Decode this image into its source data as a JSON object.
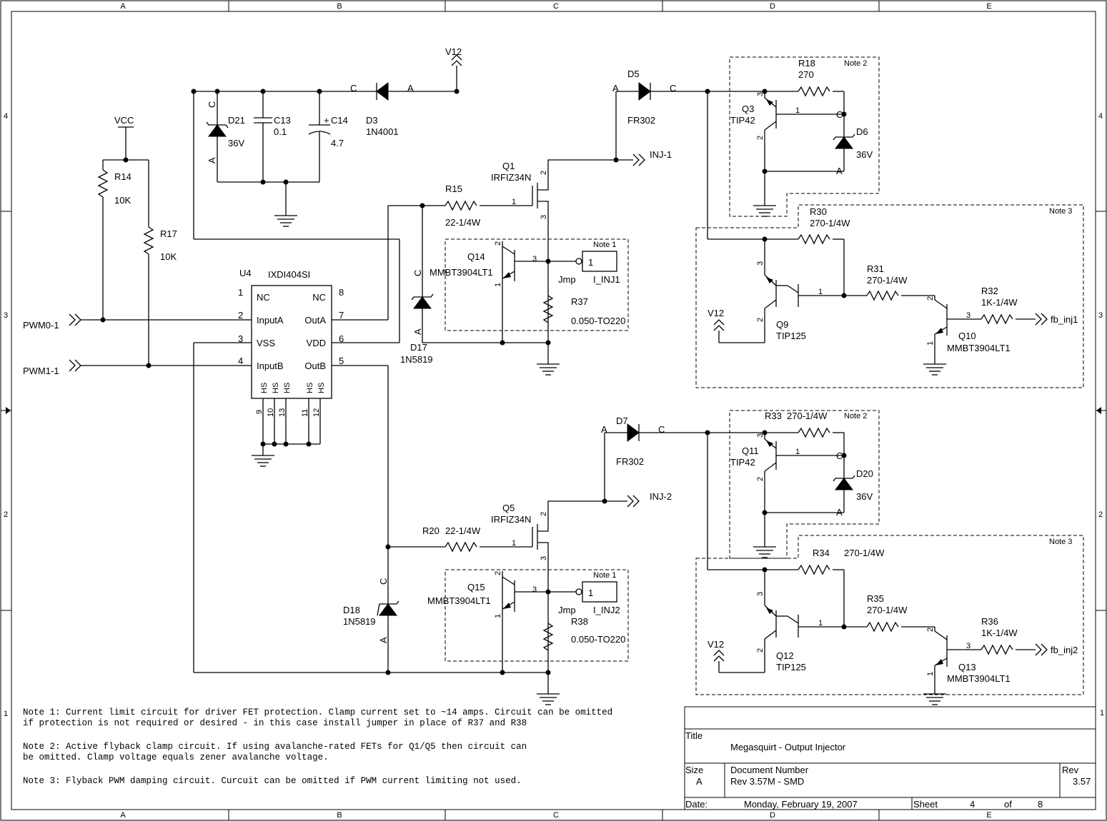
{
  "border": {
    "columns": [
      "A",
      "B",
      "C",
      "D",
      "E"
    ],
    "rows": [
      "4",
      "3",
      "2",
      "1"
    ]
  },
  "power": {
    "v12": "V12",
    "vcc": "VCC"
  },
  "ic": {
    "ref": "U4",
    "part": "IXDI404SI",
    "left_pins": [
      {
        "num": "1",
        "name": "NC"
      },
      {
        "num": "2",
        "name": "InputA"
      },
      {
        "num": "3",
        "name": "VSS"
      },
      {
        "num": "4",
        "name": "InputB"
      }
    ],
    "right_pins": [
      {
        "num": "8",
        "name": "NC"
      },
      {
        "num": "7",
        "name": "OutA"
      },
      {
        "num": "6",
        "name": "VDD"
      },
      {
        "num": "5",
        "name": "OutB"
      }
    ],
    "hs_label": "HS",
    "bottom_pins": [
      "9",
      "10",
      "13",
      "11",
      "12"
    ]
  },
  "ports": {
    "pwm0": "PWM0-1",
    "pwm1": "PWM1-1",
    "inj1": "INJ-1",
    "inj2": "INJ-2",
    "fb1": "fb_inj1",
    "fb2": "fb_inj2"
  },
  "parts": {
    "r14": {
      "ref": "R14",
      "val": "10K"
    },
    "r17": {
      "ref": "R17",
      "val": "10K"
    },
    "d21": {
      "ref": "D21",
      "val": "36V"
    },
    "c13": {
      "ref": "C13",
      "val": "0.1"
    },
    "c14": {
      "ref": "C14",
      "val": "4.7",
      "plus": "+"
    },
    "d3": {
      "ref": "D3",
      "val": "1N4001"
    },
    "q1": {
      "ref": "Q1",
      "val": "IRFIZ34N"
    },
    "r15": {
      "ref": "R15",
      "val": "22-1/4W"
    },
    "q14": {
      "ref": "Q14",
      "val": "MMBT3904LT1"
    },
    "d17": {
      "ref": "D17",
      "val": "1N5819"
    },
    "r37": {
      "ref": "R37",
      "val": "0.050-TO220"
    },
    "jmp1": {
      "label": "Jmp",
      "net": "I_INJ1",
      "pin": "1"
    },
    "d5": {
      "ref": "D5",
      "val": "FR302"
    },
    "r18": {
      "ref": "R18",
      "val": "270"
    },
    "q3": {
      "ref": "Q3",
      "val": "TIP42"
    },
    "d6": {
      "ref": "D6",
      "val": "36V"
    },
    "r30": {
      "ref": "R30",
      "val": "270-1/4W"
    },
    "r31": {
      "ref": "R31",
      "val": "270-1/4W"
    },
    "r32": {
      "ref": "R32",
      "val": "1K-1/4W"
    },
    "q9": {
      "ref": "Q9",
      "val": "TIP125"
    },
    "q10": {
      "ref": "Q10",
      "val": "MMBT3904LT1"
    },
    "d7": {
      "ref": "D7",
      "val": "FR302"
    },
    "r33": {
      "ref": "R33",
      "val": "270-1/4W"
    },
    "q11": {
      "ref": "Q11",
      "val": "TIP42"
    },
    "d20": {
      "ref": "D20",
      "val": "36V"
    },
    "q5": {
      "ref": "Q5",
      "val": "IRFIZ34N"
    },
    "r20": {
      "ref": "R20",
      "val": "22-1/4W"
    },
    "q15": {
      "ref": "Q15",
      "val": "MMBT3904LT1"
    },
    "d18": {
      "ref": "D18",
      "val": "1N5819"
    },
    "r38": {
      "ref": "R38",
      "val": "0.050-TO220"
    },
    "jmp2": {
      "label": "Jmp",
      "net": "I_INJ2",
      "pin": "1"
    },
    "r34": {
      "ref": "R34",
      "val": "270-1/4W"
    },
    "r35": {
      "ref": "R35",
      "val": "270-1/4W"
    },
    "r36": {
      "ref": "R36",
      "val": "1K-1/4W"
    },
    "q12": {
      "ref": "Q12",
      "val": "TIP125"
    },
    "q13": {
      "ref": "Q13",
      "val": "MMBT3904LT1"
    }
  },
  "pin_letters": {
    "a": "A",
    "c": "C"
  },
  "notes_boxes": {
    "n1": "Note 1",
    "n2": "Note 2",
    "n3": "Note 3"
  },
  "notes": [
    "Note 1: Current limit circuit for driver FET protection. Clamp current set to ~14 amps. Circuit can be omitted",
    "if protection is not required or desired - in this case install jumper in place of R37 and R38",
    "Note 2: Active flyback clamp circuit. If using avalanche-rated FETs for Q1/Q5 then circuit can",
    "be omitted. Clamp voltage equals zener avalanche voltage.",
    "Note 3: Flyback PWM damping circuit. Curcuit can be omitted if PWM current limiting not used."
  ],
  "title_block": {
    "title_label": "Title",
    "title": "Megasquirt - Output Injector",
    "size_label": "Size",
    "size": "A",
    "docnum_label": "Document Number",
    "docnum": "Rev 3.57M  - SMD",
    "rev_label": "Rev",
    "rev": "3.57",
    "date_label": "Date:",
    "date": "Monday, February 19, 2007",
    "sheet_label": "Sheet",
    "sheet": "4",
    "of_label": "of",
    "sheets": "8",
    "corner": "1"
  }
}
